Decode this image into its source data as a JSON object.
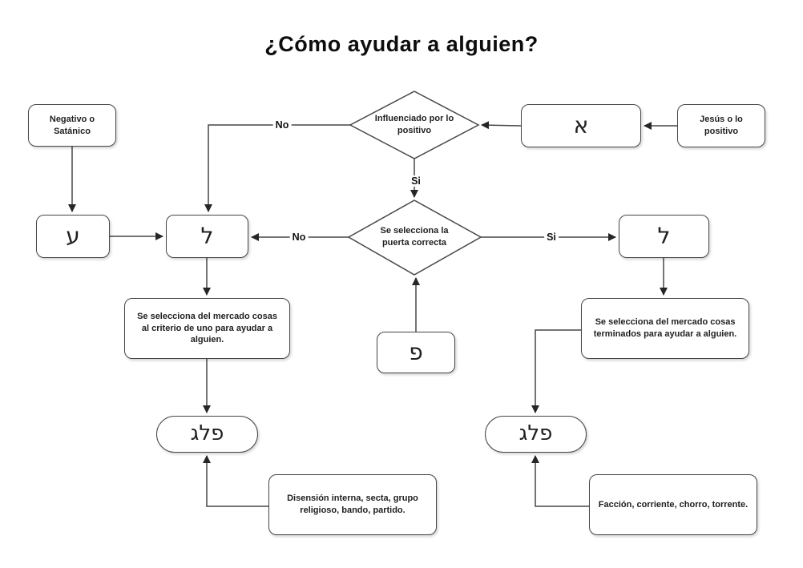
{
  "title": "¿Cómo ayudar a alguien?",
  "nodes": {
    "negativo": "Negativo o Satánico",
    "influenciado": "Influenciado por lo positivo",
    "alef": "א",
    "jesus": "Jesús o lo positivo",
    "ayin": "ע",
    "lamed_left": "ל",
    "puerta": "Se selecciona la puerta correcta",
    "lamed_right": "ל",
    "mercado_criterio": "Se selecciona del mercado cosas al criterio de uno para ayudar a alguien.",
    "pe": "פ",
    "mercado_terminados": "Se selecciona del mercado cosas terminados para ayudar a alguien.",
    "peleg_left": "פלג",
    "peleg_right": "פלג",
    "disension": "Disensión interna, secta, grupo religioso, bando, partido.",
    "faccion": "Facción, corriente, chorro, torrente."
  },
  "edge_labels": {
    "influenciado_no": "No",
    "influenciado_si": "Si",
    "puerta_no": "No",
    "puerta_si": "Si"
  },
  "colors": {
    "stroke": "#474747",
    "text": "#1f1f1f",
    "background": "#ffffff"
  }
}
